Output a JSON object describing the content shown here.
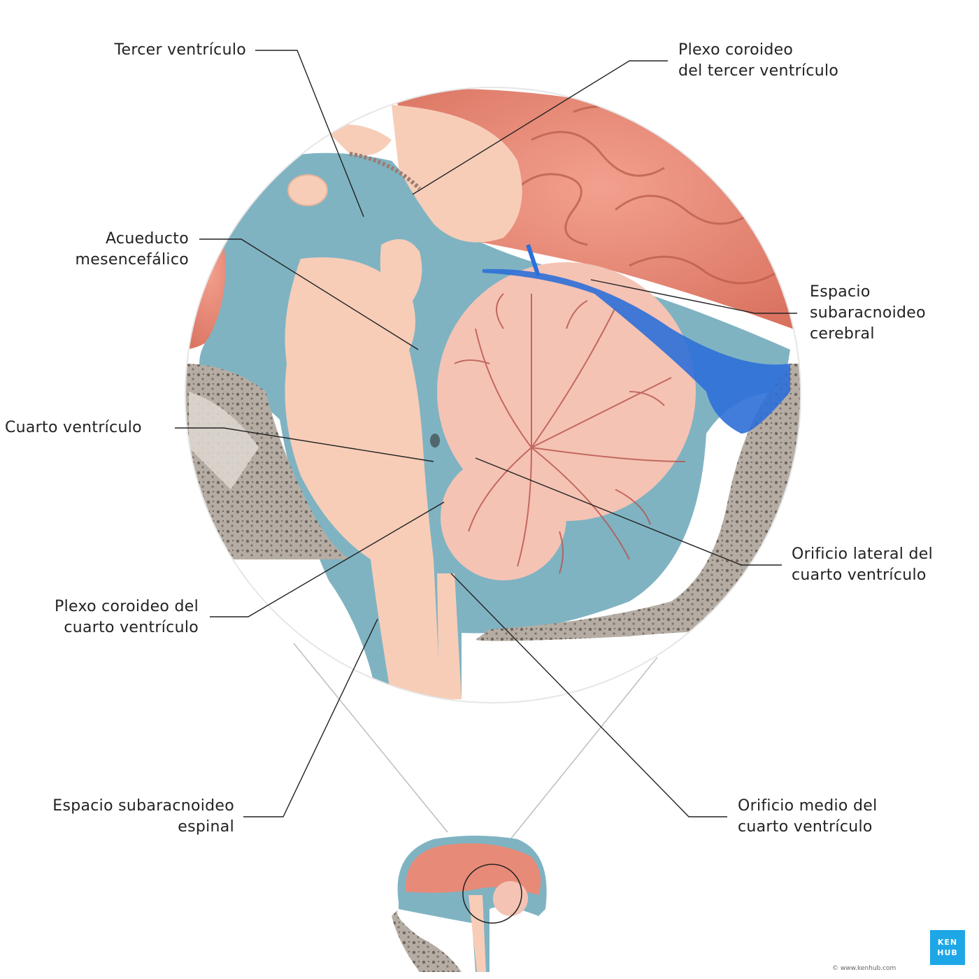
{
  "labels": {
    "tercer_ventriculo": [
      "Tercer ventrículo"
    ],
    "plexo_tercer": [
      "Plexo coroideo",
      "del tercer ventrículo"
    ],
    "acueducto": [
      "Acueducto",
      "mesencefálico"
    ],
    "espacio_cerebral": [
      "Espacio",
      "subaracnoideo",
      "cerebral"
    ],
    "cuarto_ventriculo": [
      "Cuarto ventrículo"
    ],
    "orificio_lateral": [
      "Orificio lateral del",
      "cuarto ventrículo"
    ],
    "plexo_cuarto": [
      "Plexo coroideo del",
      "cuarto ventrículo"
    ],
    "espacio_espinal": [
      "Espacio subaracnoideo",
      "espinal"
    ],
    "orificio_medio": [
      "Orificio medio del",
      "cuarto ventrículo"
    ]
  },
  "brand": {
    "line1": "KEN",
    "line2": "HUB",
    "credit": "© www.kenhub.com"
  },
  "colors": {
    "csf": "#7fb3c2",
    "brain": "#f7cdb8",
    "cortex": "#e88a78",
    "cerebellum_line": "#b8524a",
    "bone": "#a29a91",
    "vein": "#2d6fd8",
    "leader": "#222222"
  }
}
